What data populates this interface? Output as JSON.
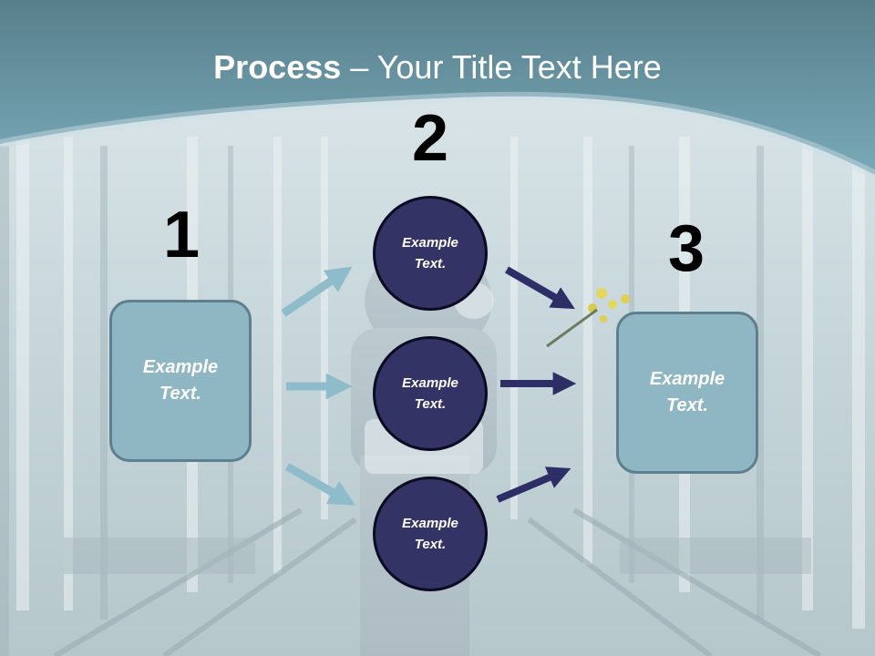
{
  "title": {
    "bold": "Process",
    "rest": " – Your Title Text Here"
  },
  "steps": [
    {
      "number": "1"
    },
    {
      "number": "2"
    },
    {
      "number": "3"
    }
  ],
  "left_box": {
    "text": "Example Text."
  },
  "right_box": {
    "text": "Example Text."
  },
  "circles": [
    {
      "text": "Example Text."
    },
    {
      "text": "Example Text."
    },
    {
      "text": "Example Text."
    }
  ],
  "colors": {
    "header_band": "#6b9cab",
    "box_fill": "#8fb6c3",
    "box_border": "#5d7f8e",
    "circle_fill": "#333366",
    "light_arrow": "#8fbccb",
    "dark_arrow": "#2e2e66"
  }
}
